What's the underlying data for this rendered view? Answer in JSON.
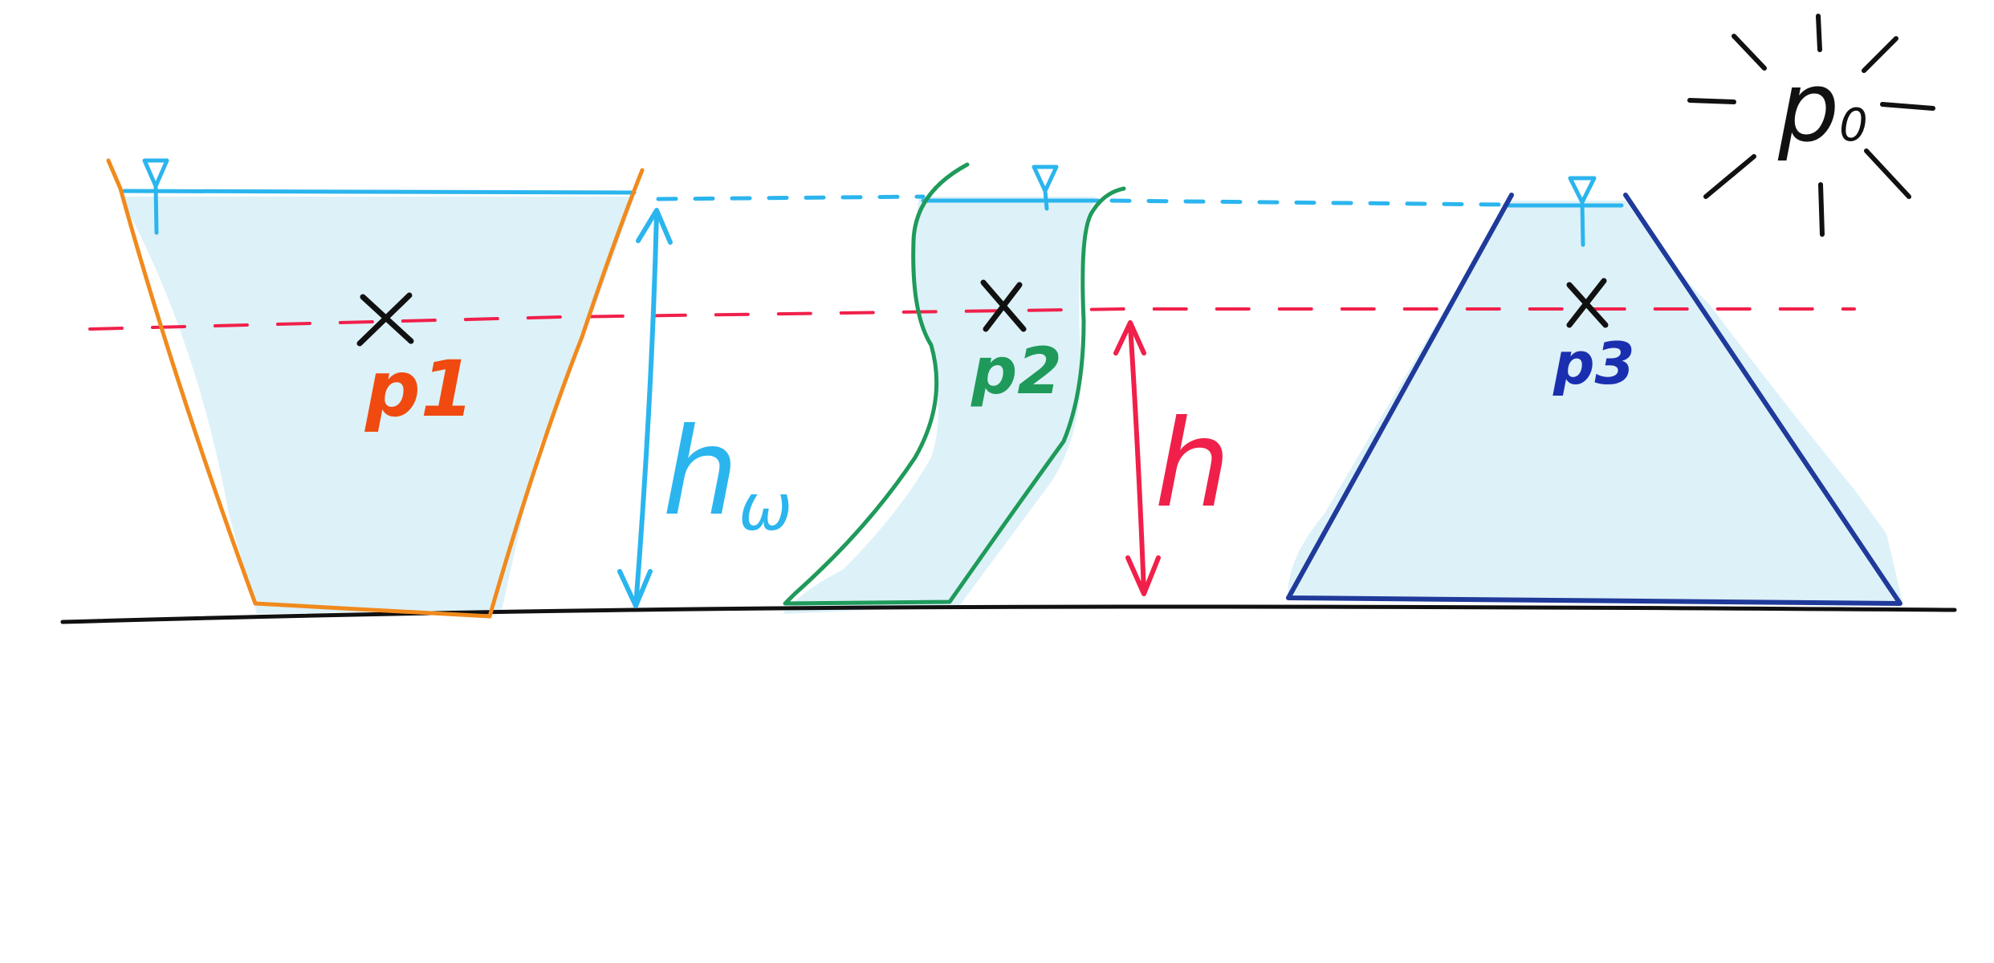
{
  "labels": {
    "ambient_pressure": "p",
    "ambient_pressure_sub": "0",
    "pressure_1": "p1",
    "pressure_2": "p2",
    "pressure_3": "p3",
    "water_height": "h",
    "water_height_sub": "ω",
    "depth_height": "h"
  },
  "colors": {
    "water_fill": "#ddf1f8",
    "water_surface": "#2bb5ee",
    "reference_line": "#f0204a",
    "vessel_1": "#f08a1d",
    "vessel_2": "#1f9a5a",
    "vessel_3": "#1f3a9a",
    "ground": "#111111",
    "label_p1": "#f04a10",
    "label_p2": "#1f9a5a",
    "label_p3": "#1a2fb0",
    "arrow_hw": "#2bb5ee",
    "arrow_h": "#f0204a",
    "marker": "#111111"
  },
  "icons": {
    "sun": "sun-icon",
    "free_surface": "free-surface-triangle-icon",
    "point_marker": "cross-marker-icon"
  }
}
